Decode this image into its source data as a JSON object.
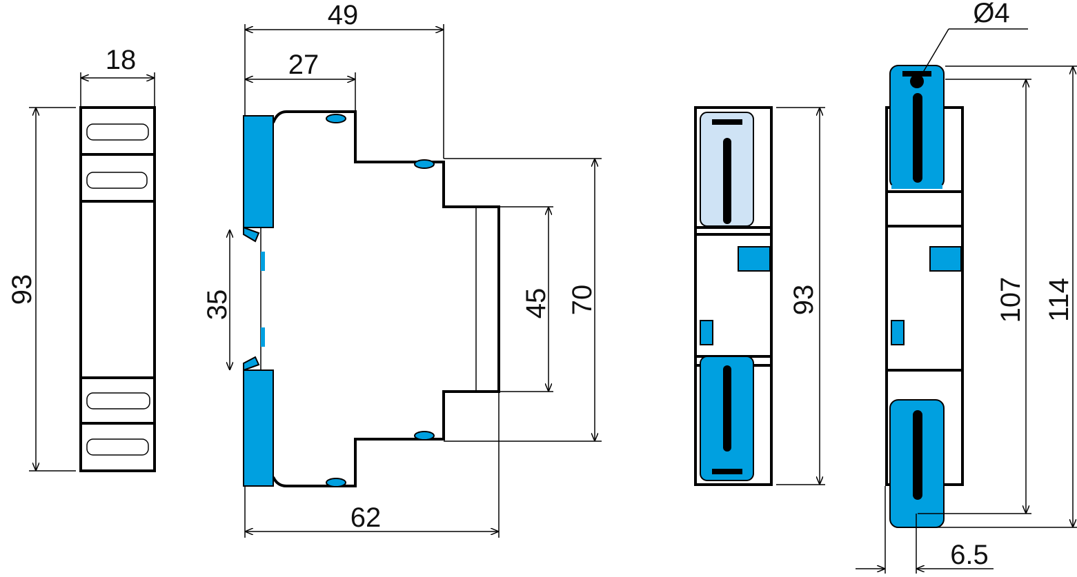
{
  "colors": {
    "clip_blue": "#00A0E0",
    "clip_light_blue": "#CFE3F5",
    "line": "#000000"
  },
  "front_view": {
    "width": "18",
    "height": "93"
  },
  "side_view": {
    "depth_top": "49",
    "depth_mid": "27",
    "depth_total": "62",
    "rail_gap": "35",
    "rail_height": "45",
    "body_height": "70"
  },
  "rear_view_closed": {
    "height": "93"
  },
  "rear_view_open": {
    "hole_diameter": "Ø4",
    "hole_spacing": "107",
    "total_height": "114",
    "offset": "6.5"
  }
}
